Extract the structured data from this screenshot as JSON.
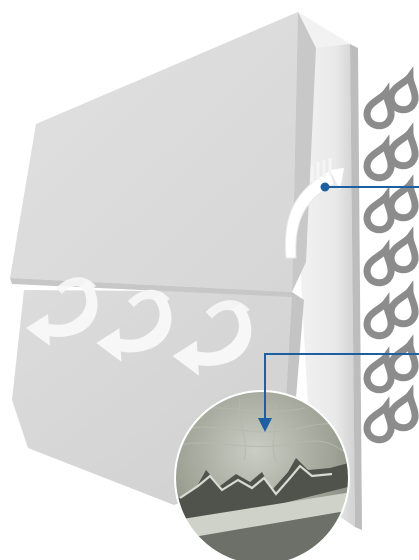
{
  "diagram": {
    "colors": {
      "background": "#ffffff",
      "panel_face": "#dddddd",
      "panel_face_light": "#e6e6e6",
      "panel_shadow": "#c4c4c4",
      "membrane_face": "#eeeeee",
      "membrane_edge": "#b9b9b9",
      "drops": "#8c8c8c",
      "airflow_arrows": "#f7f7f7",
      "callout_line": "#1d5fa0",
      "micro_surface": "#9aa096"
    },
    "icons": [
      "water-drop-icon",
      "airflow-arrow-icon",
      "vapor-flow-arrow-icon",
      "callout-dot-icon",
      "callout-arrow-icon"
    ],
    "parts": {
      "panel": "insulation-panel",
      "membrane": "breathable-membrane",
      "inset": "microscope-inset"
    }
  }
}
